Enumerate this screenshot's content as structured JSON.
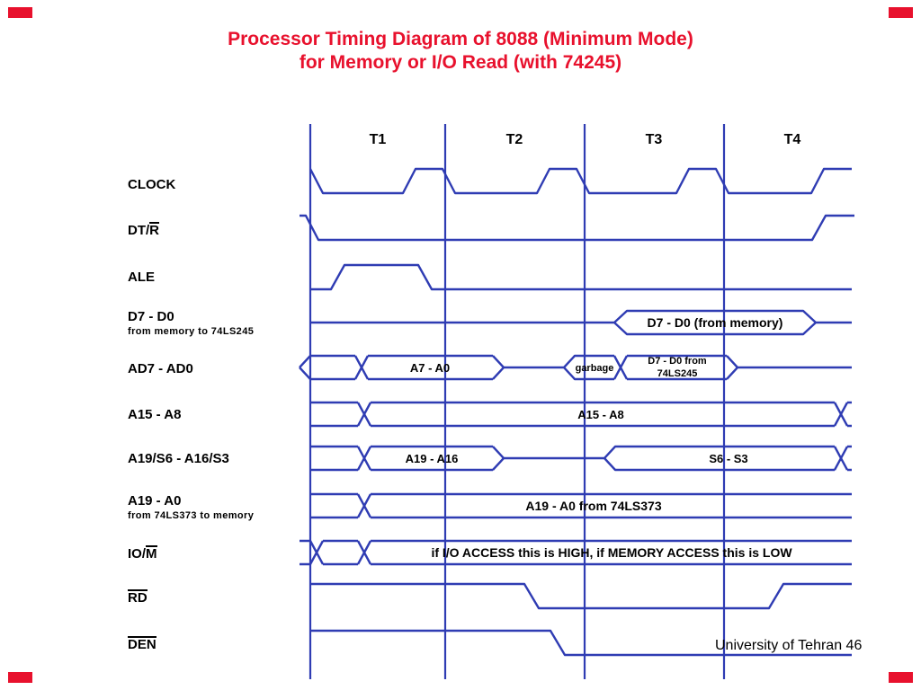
{
  "title": {
    "line1": "Processor Timing Diagram of 8088 (Minimum Mode)",
    "line2": "for Memory or I/O Read (with 74245)"
  },
  "timeline": {
    "labels": [
      "T1",
      "T2",
      "T3",
      "T4"
    ]
  },
  "signals": [
    {
      "label": "CLOCK"
    },
    {
      "label_pre": "DT/",
      "label_over": "R"
    },
    {
      "label": "ALE"
    },
    {
      "label": "D7 - D0",
      "sub": "from memory to 74LS245"
    },
    {
      "label": "AD7 - AD0"
    },
    {
      "label": "A15 - A8"
    },
    {
      "label": "A19/S6 - A16/S3"
    },
    {
      "label": "A19 - A0",
      "sub": "from 74LS373 to memory"
    },
    {
      "label_pre": "IO/",
      "label_over": "M"
    },
    {
      "label_over": "RD"
    },
    {
      "label_over": "DEN"
    }
  ],
  "annotations": {
    "d7d0_memory": "D7 - D0 (from memory)",
    "a7a0": "A7 - A0",
    "garbage": "garbage",
    "d7d0_from": "D7 - D0 from",
    "ls245": "74LS245",
    "a15a8": "A15 - A8",
    "a19a16": "A19 - A16",
    "s6s3": "S6 - S3",
    "a19a0_373": "A19 - A0 from 74LS373",
    "iom_note": "if I/O ACCESS this is HIGH, if MEMORY ACCESS this is LOW"
  },
  "footer": "University of Tehran 46",
  "colors": {
    "waveform": "#2f3cb3",
    "title": "#e8112d"
  }
}
